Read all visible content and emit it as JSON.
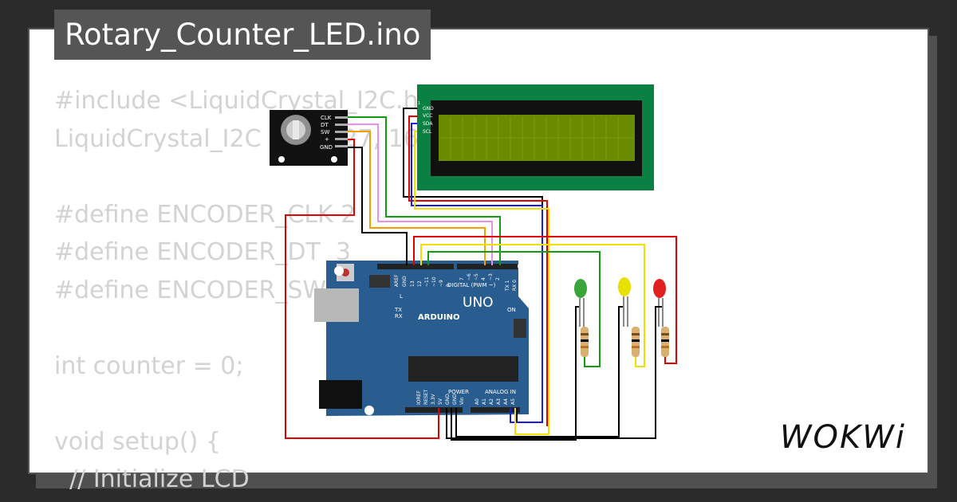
{
  "title": "Rotary_Counter_LED.ino",
  "code_lines": [
    "#include <LiquidCrystal_I2C.h>",
    "LiquidCrystal_I2C lcd(0x27, 16, 2);",
    "",
    "#define ENCODER_CLK 2",
    "#define ENCODER_DT  3",
    "#define ENCODER_SW  4",
    "",
    "int counter = 0;",
    "",
    "void setup() {",
    "  // Initialize LCD"
  ],
  "encoder": {
    "pins": [
      "CLK",
      "DT",
      "SW",
      "+",
      "GND"
    ]
  },
  "lcd": {
    "pins": [
      "GND",
      "VCC",
      "SDA",
      "SCL"
    ]
  },
  "arduino": {
    "brand": "ARDUINO",
    "model": "UNO",
    "digital_header": "DIGITAL (PWM ~)",
    "top_pins": [
      "AREF",
      "GND",
      "13",
      "12",
      "~11",
      "~10",
      "~9",
      "8",
      "7",
      "~6",
      "~5",
      "4",
      "~3",
      "2",
      "TX 1",
      "RX 0"
    ],
    "power_label": "POWER",
    "analog_label": "ANALOG IN",
    "power_pins": [
      "IOREF",
      "RESET",
      "3.3V",
      "5V",
      "GND",
      "GND",
      "Vin"
    ],
    "analog_pins": [
      "A0",
      "A1",
      "A2",
      "A3",
      "A4",
      "A5"
    ],
    "led_l": "L",
    "led_tx": "TX",
    "led_rx": "RX",
    "led_on": "ON"
  },
  "leds": [
    {
      "color": "green",
      "fill": "#3aa53a"
    },
    {
      "color": "yellow",
      "fill": "#e8e000"
    },
    {
      "color": "red",
      "fill": "#e02020"
    }
  ],
  "wire_colors": {
    "red": "#e00000",
    "black": "#000000",
    "green": "#129c12",
    "yellow": "#f0e000",
    "blue": "#1a1ae0",
    "orange": "#f5a000",
    "pink": "#e890e8"
  },
  "logo": "WOKWi"
}
